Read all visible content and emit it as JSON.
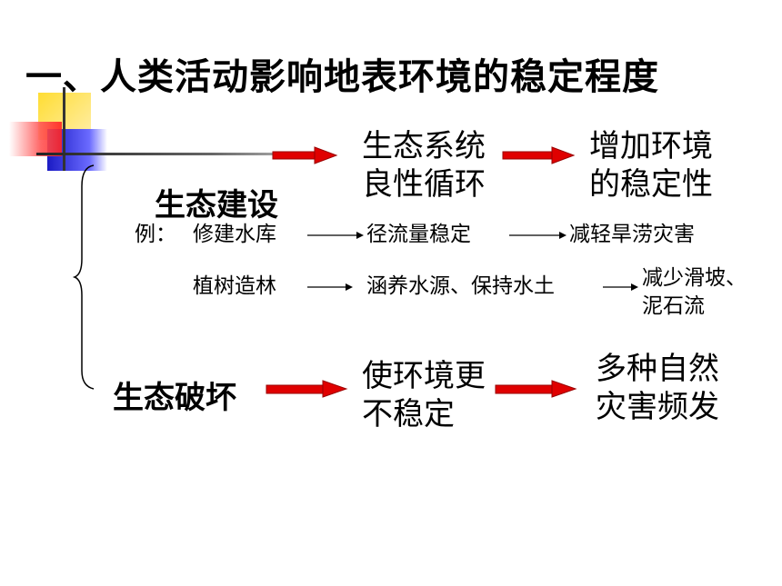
{
  "title": "一、人类活动影响地表环境的稳定程度",
  "construction": {
    "label": "生态建设",
    "result1": [
      "生态系统",
      "良性循环"
    ],
    "result2": [
      "增加环境",
      "的稳定性"
    ]
  },
  "example": {
    "prefix": "例：",
    "row1": {
      "action": "修建水库",
      "effect": "径流量稳定",
      "result": "减轻旱涝灾害"
    },
    "row2": {
      "action": "植树造林",
      "effect": "涵养水源、保持水土",
      "result": [
        "减少滑坡、",
        "泥石流"
      ]
    }
  },
  "destruction": {
    "label": "生态破坏",
    "result1": [
      "使环境更",
      "不稳定"
    ],
    "result2": [
      "多种自然",
      "灾害频发"
    ]
  },
  "colors": {
    "arrow_red": "#e00000",
    "deco_yellow": "#ffcc00",
    "deco_red": "#ff3333",
    "deco_blue": "#2222cc"
  }
}
